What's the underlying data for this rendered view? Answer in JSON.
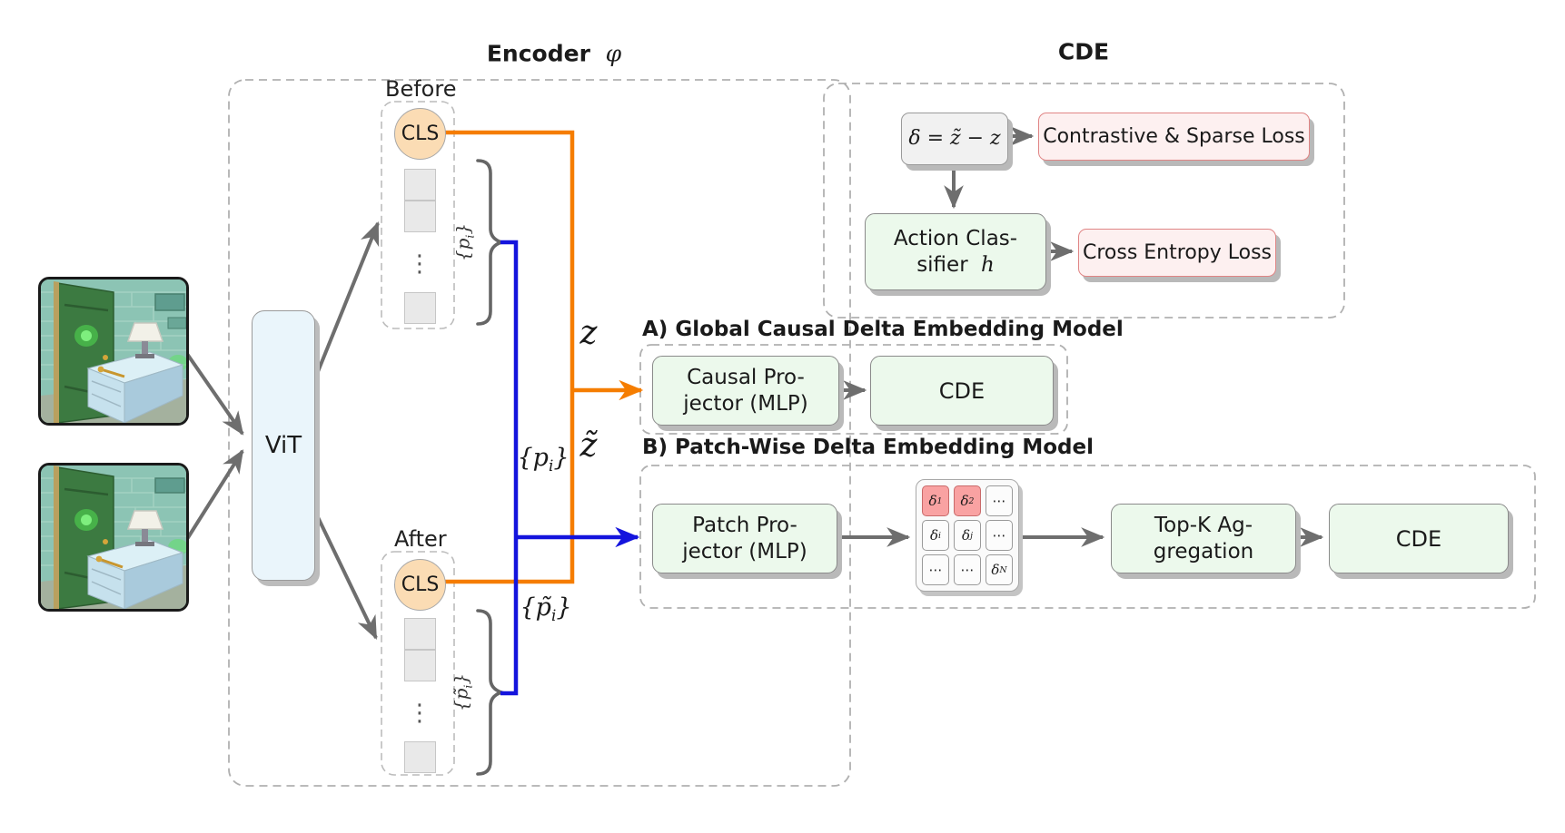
{
  "header": {
    "encoder_word": "Encoder",
    "encoder_symbol": "φ"
  },
  "vit": {
    "label": "ViT"
  },
  "before": {
    "label": "Before",
    "cls": "CLS",
    "dots": "⋮",
    "brace": {
      "pre": "{p",
      "sub": "i",
      "post": "}"
    }
  },
  "after": {
    "label": "After",
    "cls": "CLS",
    "dots": "⋮",
    "brace": {
      "pre": "{p̃",
      "sub": "i",
      "post": "}"
    }
  },
  "flow": {
    "z": "z",
    "z_tilde": "z̃",
    "p_set": {
      "pre": "{p",
      "sub": "i",
      "post": "}"
    },
    "p_tilde_set": {
      "pre": "{p̃",
      "sub": "i",
      "post": "}"
    }
  },
  "cde": {
    "title": "CDE",
    "delta_formula": "δ = z̃ − z",
    "contrastive_loss": "Contrastive & Sparse Loss",
    "action_line1": "Action Clas-",
    "action_line2": "sifier",
    "action_var": "h",
    "cross_entropy_loss": "Cross Entropy Loss"
  },
  "section_a": {
    "title": "A) Global Causal Delta Embedding Model",
    "proj_line1": "Causal Pro-",
    "proj_line2": "jector (MLP)",
    "cde": "CDE"
  },
  "section_b": {
    "title": "B) Patch-Wise Delta Embedding Model",
    "proj_line1": "Patch Pro-",
    "proj_line2": "jector (MLP)",
    "cells": [
      {
        "base": "δ",
        "sub": "1"
      },
      {
        "base": "δ",
        "sub": "2"
      },
      {
        "base": "⋯",
        "sub": ""
      },
      {
        "base": "δ",
        "sub": "i"
      },
      {
        "base": "δ",
        "sub": "j"
      },
      {
        "base": "⋯",
        "sub": ""
      },
      {
        "base": "⋯",
        "sub": ""
      },
      {
        "base": "⋯",
        "sub": ""
      },
      {
        "base": "δ",
        "sub": "N"
      }
    ],
    "topk_line1": "Top-K Ag-",
    "topk_line2": "gregation",
    "cde": "CDE"
  },
  "colors": {
    "orange_path": "#f57d00",
    "blue_path": "#1414dd",
    "arrow_gray": "#6e6e6e",
    "green_box_fill": "#ecf9ec",
    "pink_box_fill": "#fdf0f0",
    "pink_box_border": "#e08585",
    "gray_box_fill": "#f1f1f1",
    "cls_fill": "#fbdcb4",
    "vit_fill": "#eaf5fb",
    "highlight_cell": "#f9a2a2",
    "dashed_border": "#b0b0b0"
  }
}
